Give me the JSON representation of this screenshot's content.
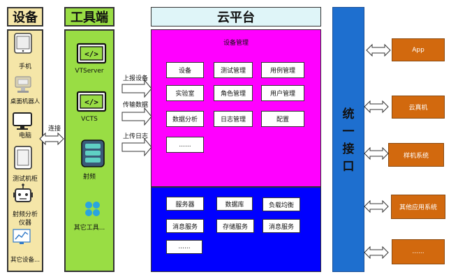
{
  "headers": {
    "devices": "设备",
    "tools": "工具端",
    "cloud": "云平台"
  },
  "devices": [
    {
      "label": "手机",
      "icon": "tablet-icon"
    },
    {
      "label": "桌面机器人",
      "icon": "robot-desk-icon"
    },
    {
      "label": "电脑",
      "icon": "monitor-icon"
    },
    {
      "label": "测试机柜",
      "icon": "cabinet-icon"
    },
    {
      "label": "射频分析",
      "label2": "仪器",
      "icon": "robot-icon"
    },
    {
      "label": "其它设备...",
      "icon": "chart-screen-icon"
    }
  ],
  "connect_label": "连接",
  "tools": [
    {
      "label": "VTServer",
      "icon": "code-icon"
    },
    {
      "label": "VCTS",
      "icon": "code-icon"
    },
    {
      "label": "射频",
      "icon": "server-icon"
    },
    {
      "label": "其它工具...",
      "icon": "clover-icon"
    }
  ],
  "flows": [
    "上报设备",
    "传输数据",
    "上传日志"
  ],
  "cloud": {
    "mgmt_title": "设备管理",
    "mgmt_modules": [
      "设备",
      "测试管理",
      "用例管理",
      "实验室",
      "角色管理",
      "用户管理",
      "数据分析",
      "日志管理",
      "配置",
      "......"
    ],
    "service_modules": [
      "服务器",
      "数据库",
      "负载均衡",
      "消息服务",
      "存储服务",
      "消息服务",
      "......"
    ]
  },
  "interface": {
    "chars": [
      "统",
      "一",
      "接",
      "口"
    ]
  },
  "clients": [
    "App",
    "云真机",
    "样机系统",
    "其他应用系统",
    "......"
  ],
  "colors": {
    "devices_bg": "#f5e6a8",
    "tools_bg": "#99dd44",
    "cloud_header_bg": "#dff5f8",
    "mgmt_bg": "#ff00ff",
    "services_bg": "#0000ff",
    "interface_bg": "#1e6fcf",
    "client_bg": "#d2690e"
  }
}
